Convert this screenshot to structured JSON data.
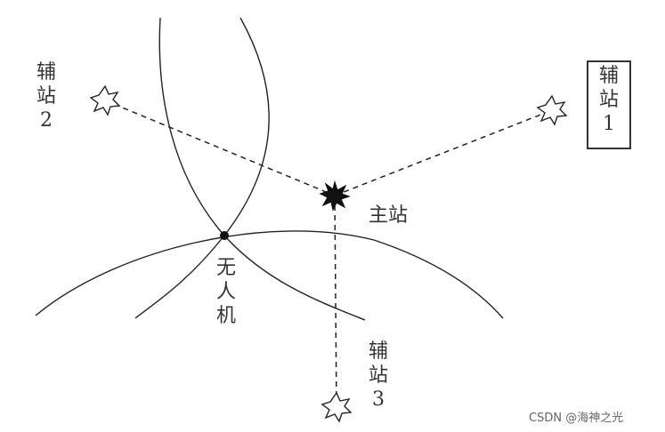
{
  "stations": {
    "aux2": {
      "line1": "辅",
      "line2": "站",
      "line3": "2"
    },
    "aux1": {
      "line1": "辅",
      "line2": "站",
      "line3": "1"
    },
    "aux3": {
      "line1": "辅",
      "line2": "站",
      "line3": "3"
    },
    "main": {
      "label": "主站"
    }
  },
  "uav": {
    "line1": "无",
    "line2": "人",
    "line3": "机"
  },
  "watermark": "CSDN @海神之光",
  "colors": {
    "stroke": "#222222",
    "text": "#333333"
  }
}
